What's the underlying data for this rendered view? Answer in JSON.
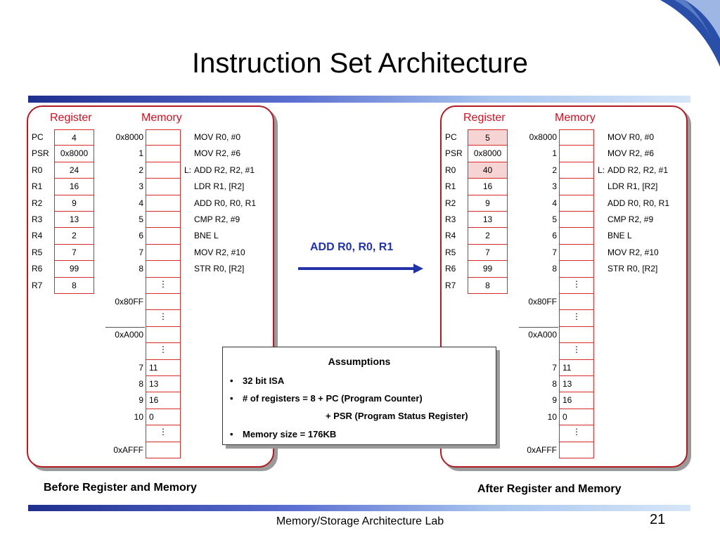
{
  "title": "Instruction Set Architecture",
  "panel_headers": {
    "register": "Register",
    "memory": "Memory"
  },
  "registers": {
    "names": [
      "PC",
      "PSR",
      "R0",
      "R1",
      "R2",
      "R3",
      "R4",
      "R5",
      "R6",
      "R7"
    ],
    "before": [
      "4",
      "0x8000",
      "24",
      "16",
      "9",
      "13",
      "2",
      "7",
      "99",
      "8"
    ],
    "after": [
      "5",
      "0x8000",
      "40",
      "16",
      "9",
      "13",
      "2",
      "7",
      "99",
      "8"
    ],
    "changed_after": [
      true,
      false,
      true,
      false,
      false,
      false,
      false,
      false,
      false,
      false
    ]
  },
  "memory_rows": [
    {
      "addr": "0x8000",
      "cell": "",
      "label": "",
      "instr": "MOV R0, #0"
    },
    {
      "addr": "1",
      "cell": "",
      "label": "",
      "instr": "MOV R2, #6"
    },
    {
      "addr": "2",
      "cell": "",
      "label": "L:",
      "instr": "ADD R2, R2, #1"
    },
    {
      "addr": "3",
      "cell": "",
      "label": "",
      "instr": "LDR R1, [R2]"
    },
    {
      "addr": "4",
      "cell": "",
      "label": "",
      "instr": "ADD R0, R0, R1"
    },
    {
      "addr": "5",
      "cell": "",
      "label": "",
      "instr": "CMP R2, #9"
    },
    {
      "addr": "6",
      "cell": "",
      "label": "",
      "instr": "BNE L"
    },
    {
      "addr": "7",
      "cell": "",
      "label": "",
      "instr": "MOV R2, #10"
    },
    {
      "addr": "8",
      "cell": "",
      "label": "",
      "instr": "STR R0, [R2]"
    },
    {
      "addr": "",
      "cell": "⋮",
      "label": "",
      "instr": ""
    },
    {
      "addr": "0x80FF",
      "cell": "",
      "label": "",
      "instr": ""
    },
    {
      "addr": "",
      "cell": "⋮",
      "label": "",
      "instr": "",
      "sep": true
    },
    {
      "addr": "0xA000",
      "cell": "",
      "label": "",
      "instr": ""
    },
    {
      "addr": "",
      "cell": "⋮",
      "label": "",
      "instr": ""
    },
    {
      "addr": "7",
      "cell": "11",
      "label": "",
      "instr": ""
    },
    {
      "addr": "8",
      "cell": "13",
      "label": "",
      "instr": ""
    },
    {
      "addr": "9",
      "cell": "16",
      "label": "",
      "instr": ""
    },
    {
      "addr": "10",
      "cell": "0",
      "label": "",
      "instr": ""
    },
    {
      "addr": "",
      "cell": "⋮",
      "label": "",
      "instr": ""
    },
    {
      "addr": "0xAFFF",
      "cell": "",
      "label": "",
      "instr": ""
    }
  ],
  "arrow_label": "ADD R0, R0, R1",
  "assumptions": {
    "title": "Assumptions",
    "bullet": "•",
    "items": [
      "32 bit ISA",
      "# of registers = 8 + PC (Program Counter)",
      "Memory size = 176KB"
    ],
    "continuation": "+ PSR (Program Status Register)"
  },
  "captions": {
    "before": "Before Register and Memory",
    "after": "After Register and Memory"
  },
  "footer": "Memory/Storage Architecture Lab",
  "page_number": "21",
  "colors": {
    "accent_red": "#d10f1f",
    "panel_border": "#b01c24",
    "changed_fill": "#f7d4d4",
    "arrow_blue": "#2233aa"
  }
}
